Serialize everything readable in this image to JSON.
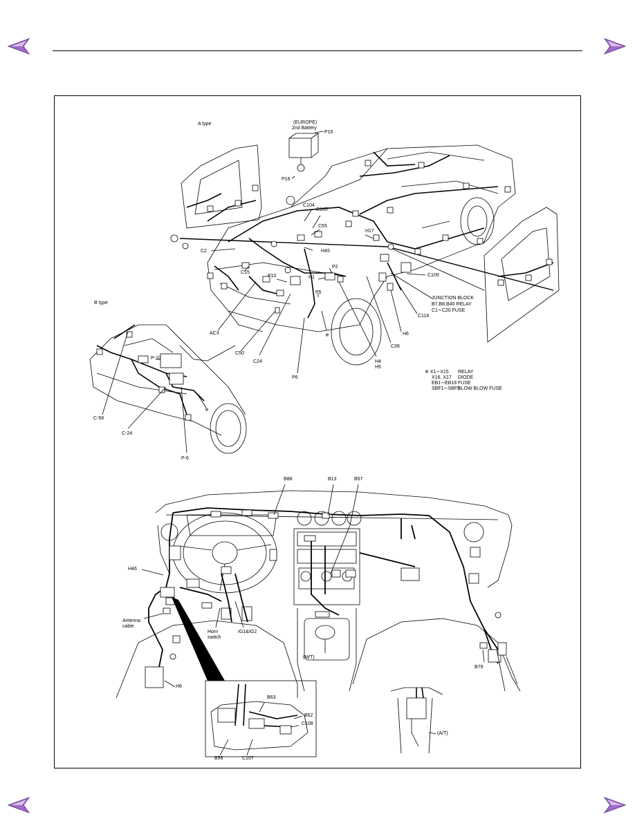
{
  "nav": {
    "prev_icon": "triangle-left-icon",
    "next_icon": "triangle-right-icon",
    "arrow_color": "#a06cc8"
  },
  "diagram": {
    "a_type": "A type",
    "b_type": "B type",
    "europe": "(EUROPE)",
    "second_battery": "2nd Battery",
    "junction_block": "JUNCTION BLOCK",
    "junction_relay": "B7,B8,B40 RELAY",
    "junction_fuse": "C1∼C20 FUSE",
    "mt": "(M/T)",
    "at": "(A/T)",
    "antenna_cable": [
      "Antenna",
      "cable"
    ],
    "horn_switch": [
      "Horn",
      "switch"
    ],
    "ig": "IG1&IG2",
    "legend": [
      {
        "key": "※ X1∼X15",
        "value": "RELAY"
      },
      {
        "key": "X16, X17",
        "value": "DIODE"
      },
      {
        "key": "EB1∼EB16",
        "value": "FUSE"
      },
      {
        "key": "SBF1∼SBF9",
        "value": "SLOW BLOW FUSE"
      }
    ],
    "labels": {
      "p15": "P15",
      "p16": "P16",
      "c104": "C104",
      "c105": "C105",
      "c55": "C55",
      "h17": "H17",
      "c2": "C2",
      "h45": "H45",
      "c15": "C15",
      "p10": "P10",
      "h1": "H1",
      "p2": "P2",
      "p5": "P5",
      "c109": "C109",
      "c118": "C118",
      "h6": "H6",
      "ac3": "AC3",
      "c50": "C50",
      "c24": "C24",
      "p6": "P6",
      "h4": "H4",
      "h5": "H5",
      "c36": "C36",
      "mark": "※",
      "p10b": "P-10",
      "c58b": "C-58",
      "c24b": "C-24",
      "p6b": "P-6",
      "markb": "※",
      "b88": "B88",
      "b13": "B13",
      "b57": "B57",
      "h46": "H46",
      "h6b": "H6",
      "b79": "B79",
      "b63": "B63",
      "b62": "B62",
      "c108": "C108",
      "b56": "B56",
      "c107": "C107"
    }
  }
}
